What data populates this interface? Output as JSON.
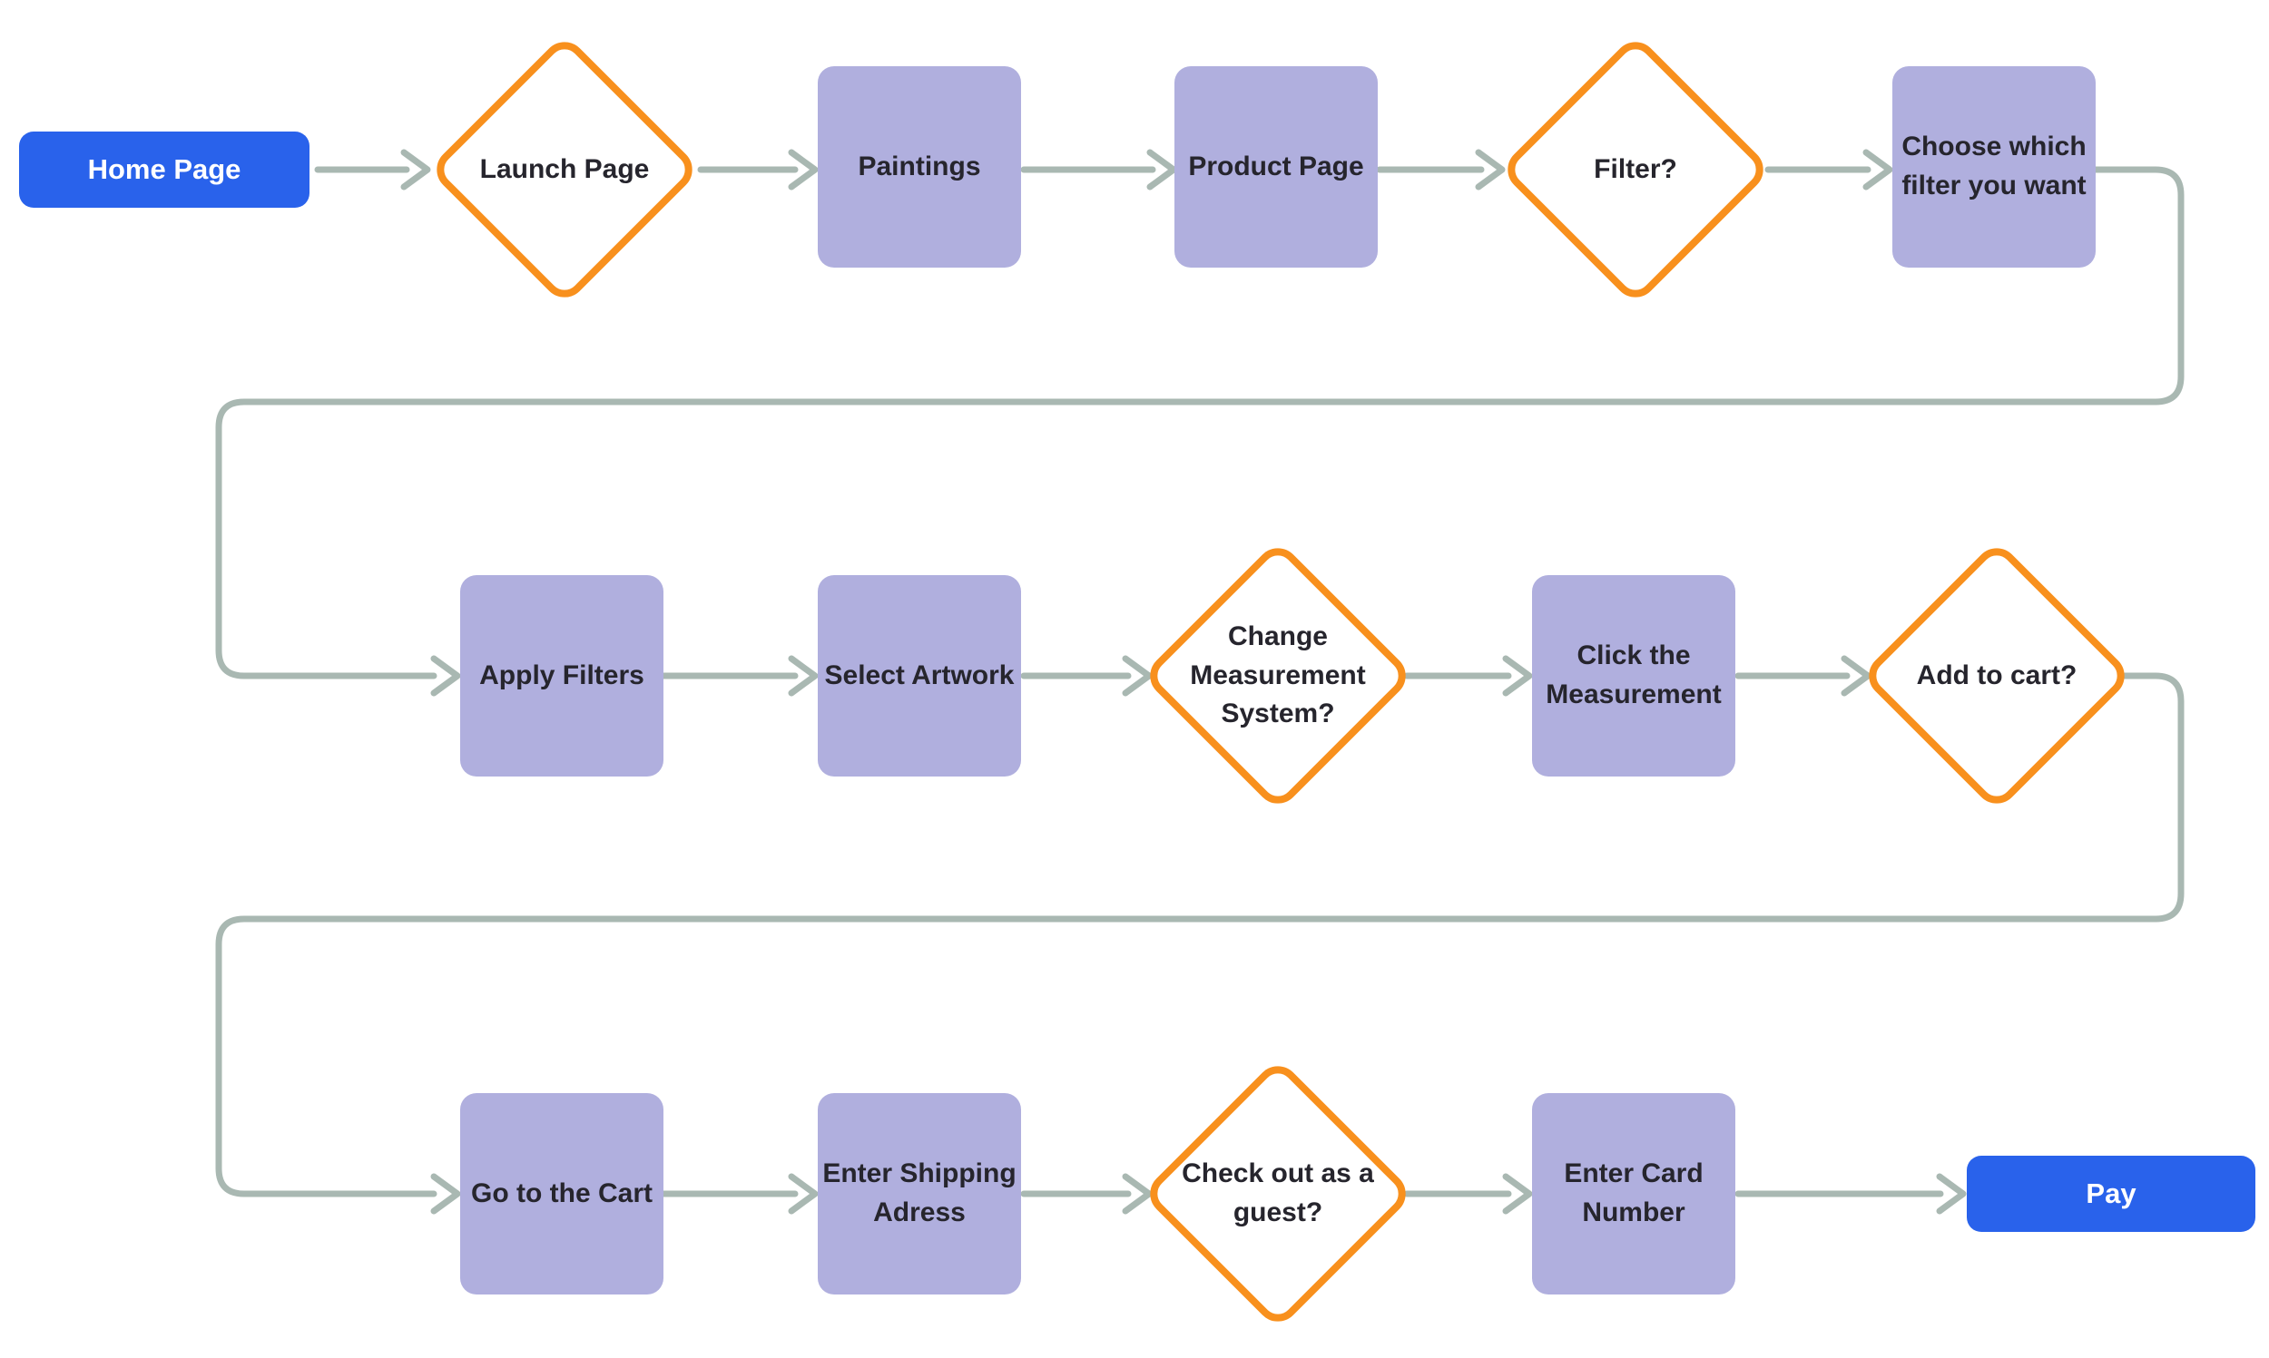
{
  "diagram": {
    "type": "flowchart",
    "background": "#FFFFFF",
    "colors": {
      "start_end_fill": "#2962EB",
      "process_fill": "#B0AFDE",
      "decision_border": "#F8901D",
      "decision_fill": "#FFFFFF",
      "connector": "#A9B8B2",
      "text_dark": "#26252D",
      "text_light": "#FFFFFF"
    },
    "nodes": [
      {
        "id": "home-page",
        "type": "start",
        "label": "Home Page"
      },
      {
        "id": "launch-page",
        "type": "decision",
        "label": "Launch Page"
      },
      {
        "id": "paintings",
        "type": "process",
        "label": "Paintings"
      },
      {
        "id": "product-page",
        "type": "process",
        "label": "Product Page"
      },
      {
        "id": "filter",
        "type": "decision",
        "label": "Filter?"
      },
      {
        "id": "choose-filter",
        "type": "process",
        "label": "Choose which\nfilter you want"
      },
      {
        "id": "apply-filters",
        "type": "process",
        "label": "Apply Filters"
      },
      {
        "id": "select-artwork",
        "type": "process",
        "label": "Select Artwork"
      },
      {
        "id": "change-measurement",
        "type": "decision",
        "label": "Change\nMeasurement\nSystem?"
      },
      {
        "id": "click-measurement",
        "type": "process",
        "label": "Click the\nMeasurement"
      },
      {
        "id": "add-to-cart",
        "type": "decision",
        "label": "Add to cart?"
      },
      {
        "id": "go-to-cart",
        "type": "process",
        "label": "Go to the Cart"
      },
      {
        "id": "enter-shipping",
        "type": "process",
        "label": "Enter Shipping\nAdress"
      },
      {
        "id": "checkout-guest",
        "type": "decision",
        "label": "Check out as a\nguest?"
      },
      {
        "id": "enter-card",
        "type": "process",
        "label": "Enter Card\nNumber"
      },
      {
        "id": "pay",
        "type": "end",
        "label": "Pay"
      }
    ]
  }
}
